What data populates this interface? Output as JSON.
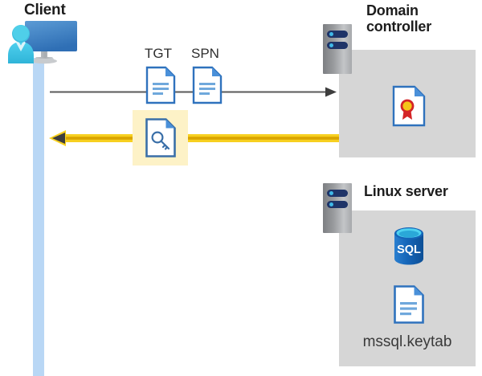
{
  "diagram": {
    "type": "kerberos-authentication-flow",
    "background_color": "#ffffff"
  },
  "client": {
    "title": "Client",
    "icon": "user-monitor-icon",
    "lifeline_color": "#b9d7f5",
    "monitor_color": "#2f6fb5",
    "person_color": "#3fc0e0"
  },
  "domain_controller": {
    "title": "Domain\ncontroller",
    "server_icon": "server-rack-icon",
    "panel_color": "#d6d6d6",
    "contents": [
      {
        "icon": "certificate-document-icon",
        "label": ""
      }
    ]
  },
  "linux_server": {
    "title": "Linux server",
    "server_icon": "server-rack-icon",
    "panel_color": "#d6d6d6",
    "contents": [
      {
        "icon": "sql-database-icon",
        "label": "SQL"
      },
      {
        "icon": "document-icon",
        "label": "mssql.keytab"
      }
    ],
    "keytab_caption": "mssql.keytab"
  },
  "flows": [
    {
      "id": "request",
      "direction": "right",
      "color": "#595959",
      "style": "thin-line",
      "from": "client",
      "to": "domain_controller",
      "artifacts": [
        {
          "label": "TGT",
          "icon": "document-icon"
        },
        {
          "label": "SPN",
          "icon": "document-icon"
        }
      ]
    },
    {
      "id": "response",
      "direction": "left",
      "color": "#f2c200",
      "style": "thick-line",
      "from": "domain_controller",
      "to": "client",
      "highlight_color": "#fdf2c7",
      "artifacts": [
        {
          "label": "",
          "icon": "key-document-icon"
        }
      ]
    }
  ],
  "labels": {
    "tgt": "TGT",
    "spn": "SPN"
  },
  "colors": {
    "doc_border": "#2f72bd",
    "doc_fold": "#4a90d9",
    "doc_lines": "#6fa8dc",
    "panel_gray": "#d6d6d6",
    "server_navy": "#1f3468",
    "server_dot": "#3fb9e8",
    "arrow_gray": "#595959",
    "arrow_yellow": "#f2c200",
    "highlight_yellow": "#fdf2c7",
    "sql_blue": "#1b6ec2",
    "cert_red": "#d42426",
    "cert_gold": "#f5c518",
    "lifeline_blue": "#b9d7f5"
  }
}
